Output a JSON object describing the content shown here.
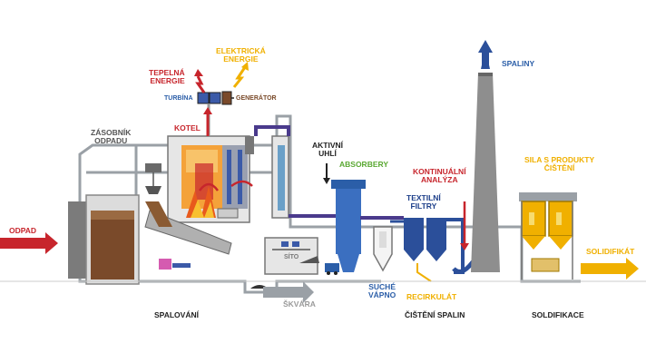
{
  "colors": {
    "red": "#c7252c",
    "yellow": "#f0b000",
    "blue": "#2b5ea8",
    "dark": "#222222",
    "gray": "#9a9a9a",
    "green": "#5aa832",
    "navy": "#1d3f8a",
    "purple": "#4a3a8c"
  },
  "labels": {
    "electric": [
      "ELEKTRICKÁ",
      "ENERGIE"
    ],
    "heat": [
      "TEPELNÁ",
      "ENERGIE"
    ],
    "turbine": "TURBÍNA",
    "generator": "GENERÁTOR",
    "bunker": [
      "ZÁSOBNÍK",
      "ODPADU"
    ],
    "boiler": "KOTEL",
    "active_carbon": [
      "AKTIVNÍ",
      "UHLÍ"
    ],
    "absorbers": "ABSORBERY",
    "continuous": [
      "KONTINUÁLNÍ",
      "ANALÝZA"
    ],
    "textile": [
      "TEXTILNÍ",
      "FILTRY"
    ],
    "chimney": "SPALINY",
    "silos": [
      "SILA S PRODUKTY",
      "ČIŠTĚNÍ"
    ],
    "waste": "ODPAD",
    "sieve": "SÍTO",
    "dry_lime": [
      "SUCHÉ",
      "VÁPNO"
    ],
    "recirc": "RECIRKULÁT",
    "solidifikat": "SOLIDIFIKÁT",
    "slag": "ŠKVÁRA",
    "sec_burning": "SPALOVÁNÍ",
    "sec_cleaning": "ČIŠTĚNÍ SPALIN",
    "sec_solid": "SOLDIFIKACE"
  }
}
